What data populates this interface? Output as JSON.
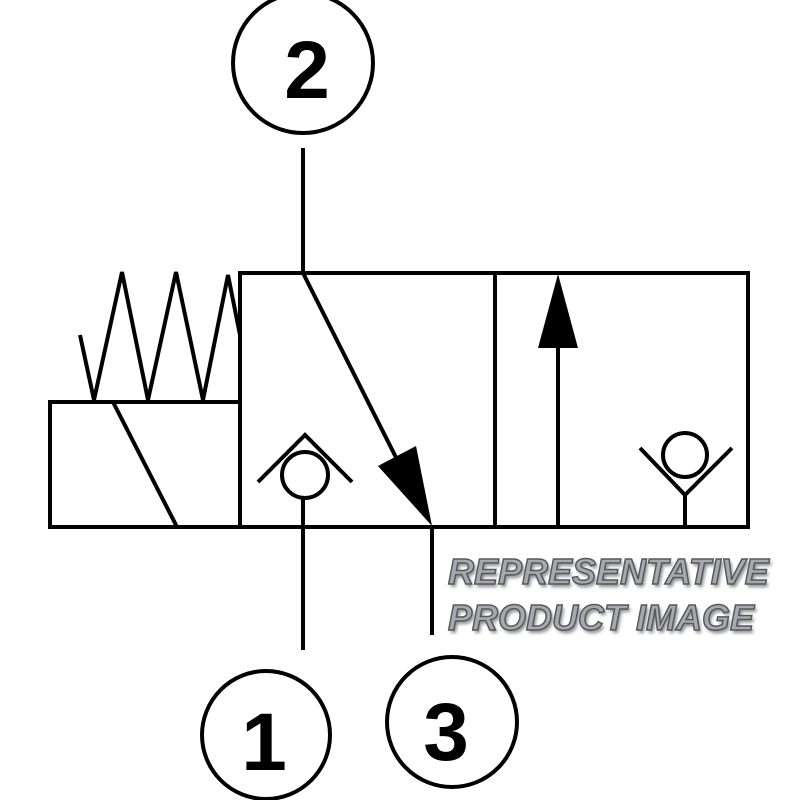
{
  "diagram": {
    "title": "3/2 way valve, spring return, normally open symbol",
    "ports": [
      {
        "id": "port-2",
        "label": "2"
      },
      {
        "id": "port-1",
        "label": "1"
      },
      {
        "id": "port-3",
        "label": "3"
      }
    ]
  },
  "watermark": {
    "line1": "REPRESENTATIVE",
    "line2": "PRODUCT IMAGE"
  }
}
